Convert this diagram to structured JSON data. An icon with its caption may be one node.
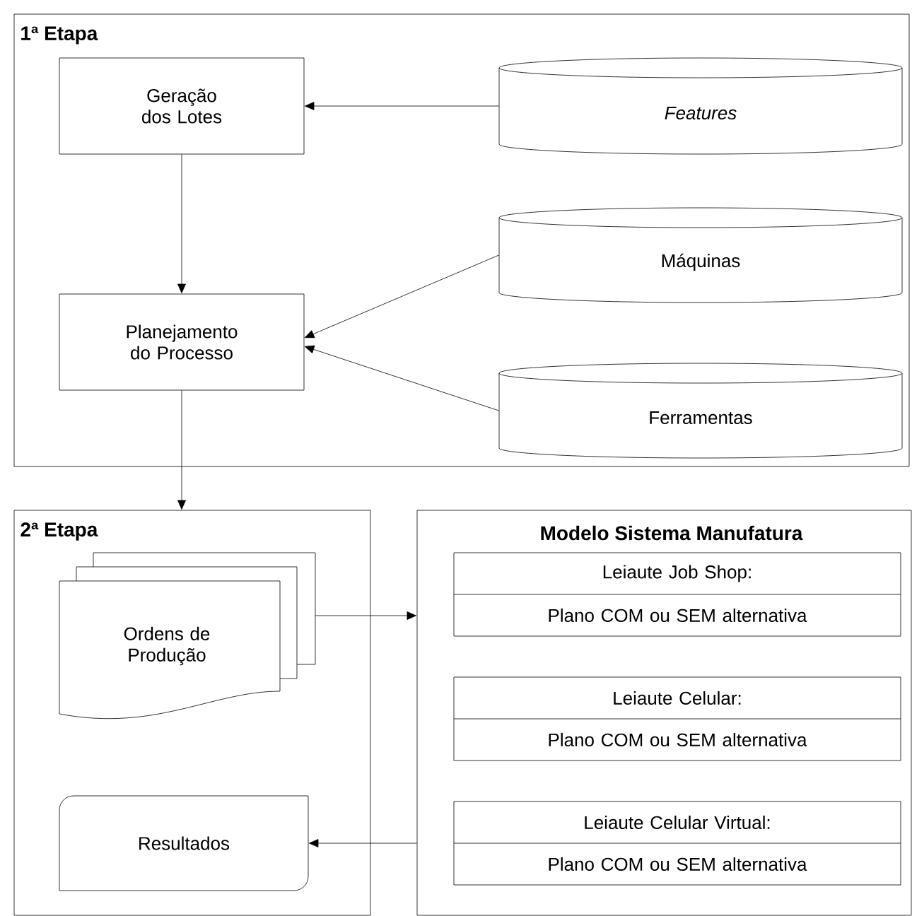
{
  "diagram": {
    "nodes": [
      {
        "text": [
          "1ª Etapa"
        ]
      },
      {
        "text": [
          "Geração dos Lotes"
        ],
        "in": 0
      },
      {
        "text": [
          "Features"
        ],
        "in": 0
      },
      {
        "text": [
          "Planejamento do Processo"
        ],
        "in": 0
      },
      {
        "text": [
          "Máquinas"
        ],
        "in": 0
      },
      {
        "text": [
          "Ferramentas"
        ],
        "in": 0
      },
      {
        "text": [
          "2ª Etapa"
        ]
      },
      {
        "text": [
          "Ordens de Produção"
        ],
        "in": 6
      },
      {
        "text": [
          "Resultados"
        ],
        "in": 6
      },
      {
        "text": [
          "Modelo Sistema Manufatura"
        ]
      },
      {
        "text": [
          "Leiaute Job Shop:",
          "Plano COM ou SEM alternativa"
        ],
        "in": 9
      },
      {
        "text": [
          "Leiaute Celular:",
          "Plano COM ou SEM alternativa"
        ],
        "in": 9
      },
      {
        "text": [
          "Leiaute Celular Virtual:",
          "Plano COM ou SEM alternativa"
        ],
        "in": 9
      }
    ],
    "edges": [
      {
        "from": 2,
        "to": 1,
        "arrow": "to"
      },
      {
        "from": 1,
        "to": 3,
        "arrow": "to"
      },
      {
        "from": 4,
        "to": 3,
        "arrow": "to"
      },
      {
        "from": 5,
        "to": 3,
        "arrow": "to"
      },
      {
        "from": 3,
        "to": 6,
        "arrow": "to"
      },
      {
        "from": 7,
        "to": 9,
        "arrow": "to"
      },
      {
        "from": 9,
        "to": 8,
        "arrow": "to"
      }
    ]
  }
}
